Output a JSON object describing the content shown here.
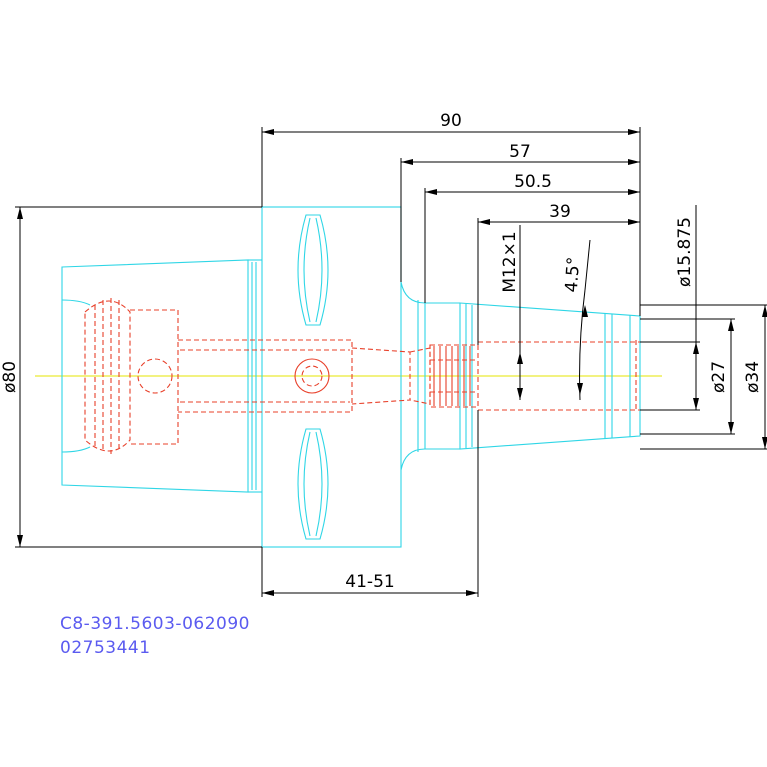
{
  "dimensions": {
    "len_90": "90",
    "len_57": "57",
    "len_50_5": "50.5",
    "len_39": "39",
    "len_41_51": "41-51",
    "dia_80": "ø80",
    "dia_34": "ø34",
    "dia_27": "ø27",
    "dia_15_875": "ø15.875",
    "thread": "M12×1",
    "angle": "4.5°"
  },
  "part": {
    "code": "C8-391.5603-062090",
    "number": "02753441"
  },
  "colors": {
    "background": "#ffffff",
    "outline": "#2fd6e6",
    "hidden": "#e8402a",
    "dimension": "#000000",
    "centerline": "#e6e600",
    "text_code": "#5b5bf0"
  }
}
